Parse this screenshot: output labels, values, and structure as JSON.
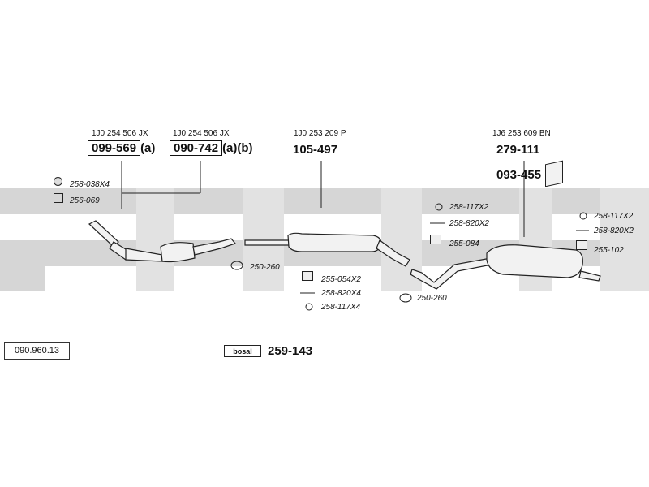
{
  "catalog_number": "090.960.13",
  "brand_logo": "bosal",
  "set_code": "259-143",
  "parts": {
    "cat1": {
      "oem": "1J0 254 506 JX",
      "number": "099-569",
      "suffix": "(a)"
    },
    "cat2": {
      "oem": "1J0 254 506 JX",
      "number": "090-742",
      "suffix": "(a)(b)"
    },
    "mid": {
      "oem": "1J0 253 209 P",
      "number": "105-497"
    },
    "rear": {
      "oem": "1J6 253 609 BN",
      "number": "279-111"
    },
    "bracket": {
      "number": "093-455"
    }
  },
  "refs": {
    "r1": "258-038X4",
    "r2": "256-069",
    "r3": "250-260",
    "r4": "255-054X2",
    "r5": "258-820X4",
    "r6": "258-117X4",
    "r7": "258-117X2",
    "r8": "258-820X2",
    "r9": "255-084",
    "r10": "250-260",
    "r11": "258-117X2",
    "r12": "258-820X2",
    "r13": "255-102"
  },
  "colors": {
    "line": "#222222",
    "watermark": "#d6d6d6",
    "pipe_fill": "#f2f2f2"
  }
}
